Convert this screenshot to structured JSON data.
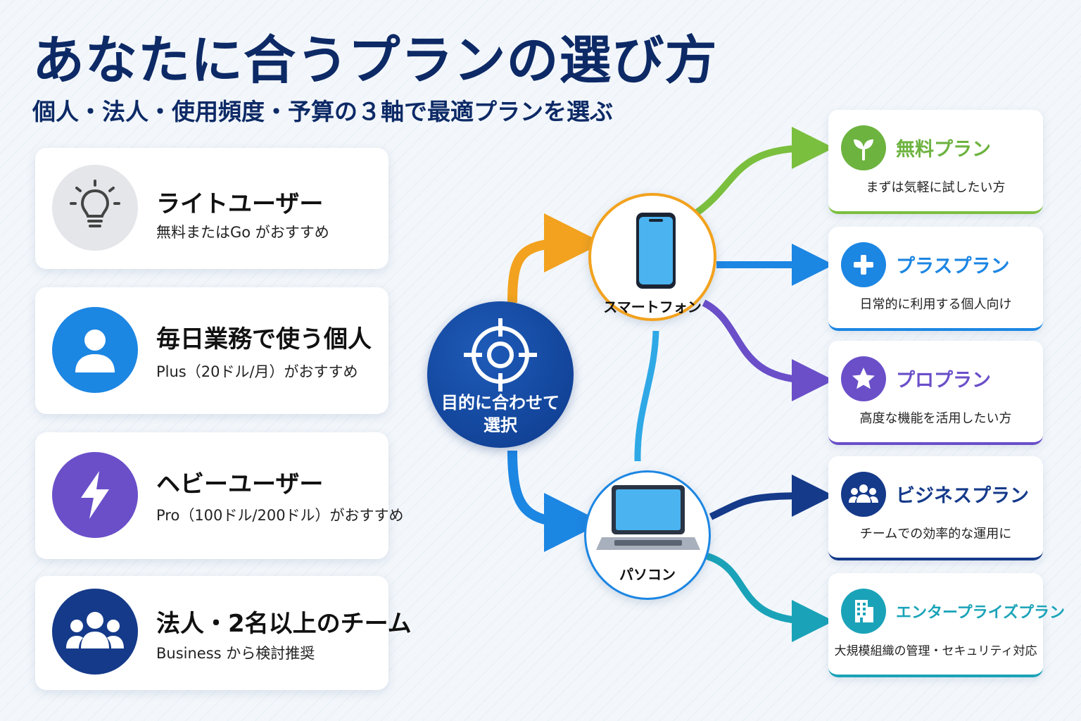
{
  "header": {
    "title": "あなたに合うプランの選び方",
    "subtitle": "個人・法人・使用頻度・予算の３軸で最適プランを選ぶ"
  },
  "user_types": [
    {
      "title": "ライトユーザー",
      "desc": "無料またはGo がおすすめ",
      "icon": "lightbulb-icon"
    },
    {
      "title": "毎日業務で使う個人",
      "desc": "Plus（20ドル/月）がおすすめ",
      "icon": "person-icon"
    },
    {
      "title": "ヘビーユーザー",
      "desc": "Pro（100ドル/200ドル）がおすすめ",
      "icon": "lightning-icon"
    },
    {
      "title": "法人・2名以上のチーム",
      "desc": "Business から検討推奨",
      "icon": "group-icon"
    }
  ],
  "flow": {
    "hub_label_line1": "目的に合わせて",
    "hub_label_line2": "選択",
    "devices": [
      {
        "label": "スマートフォン",
        "icon": "smartphone-icon"
      },
      {
        "label": "パソコン",
        "icon": "laptop-icon"
      }
    ]
  },
  "plans": [
    {
      "name": "無料プラン",
      "desc": "まずは気軽に試したい方",
      "icon": "sprout-icon",
      "color": "#6db33f"
    },
    {
      "name": "プラスプラン",
      "desc": "日常的に利用する個人向け",
      "icon": "plus-icon",
      "color": "#1c86e3"
    },
    {
      "name": "プロプラン",
      "desc": "高度な機能を活用したい方",
      "icon": "star-icon",
      "color": "#6a4fc9"
    },
    {
      "name": "ビジネスプラン",
      "desc": "チームでの効率的な運用に",
      "icon": "group-icon",
      "color": "#153a8a"
    },
    {
      "name": "エンタープライズプラン",
      "desc": "大規模組織の管理・セキュリティ対応",
      "icon": "building-icon",
      "color": "#1aa3b8"
    }
  ],
  "colors": {
    "title": "#0d2a66",
    "orange": "#f2a21e",
    "green": "#7bbf3e",
    "blue": "#1c86e3",
    "purple": "#6a4fc9",
    "navy": "#153a8a",
    "teal": "#1aa3b8"
  }
}
